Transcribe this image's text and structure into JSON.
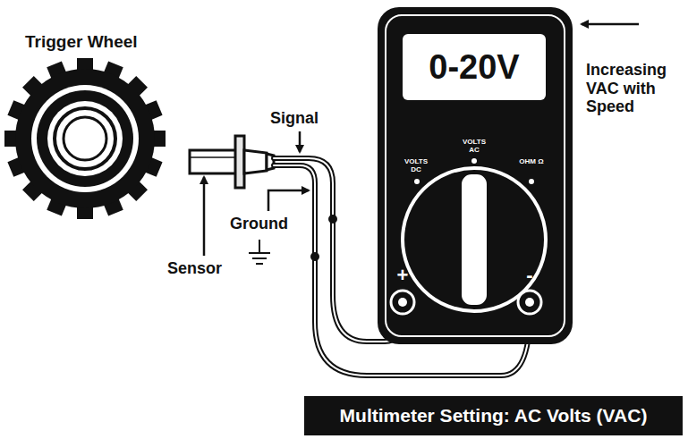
{
  "diagram": {
    "nodes": [
      {
        "text": [
          "0-20V"
        ]
      },
      {
        "text": [
          "Multimeter Setting: AC Volts (VAC)"
        ]
      }
    ],
    "labels": [
      "Trigger Wheel",
      "Signal",
      "Ground",
      "Sensor",
      "VOLTS DC",
      "VOLTS AC",
      "OHM Ω",
      "+",
      "-",
      "Increasing VAC with Speed"
    ]
  }
}
